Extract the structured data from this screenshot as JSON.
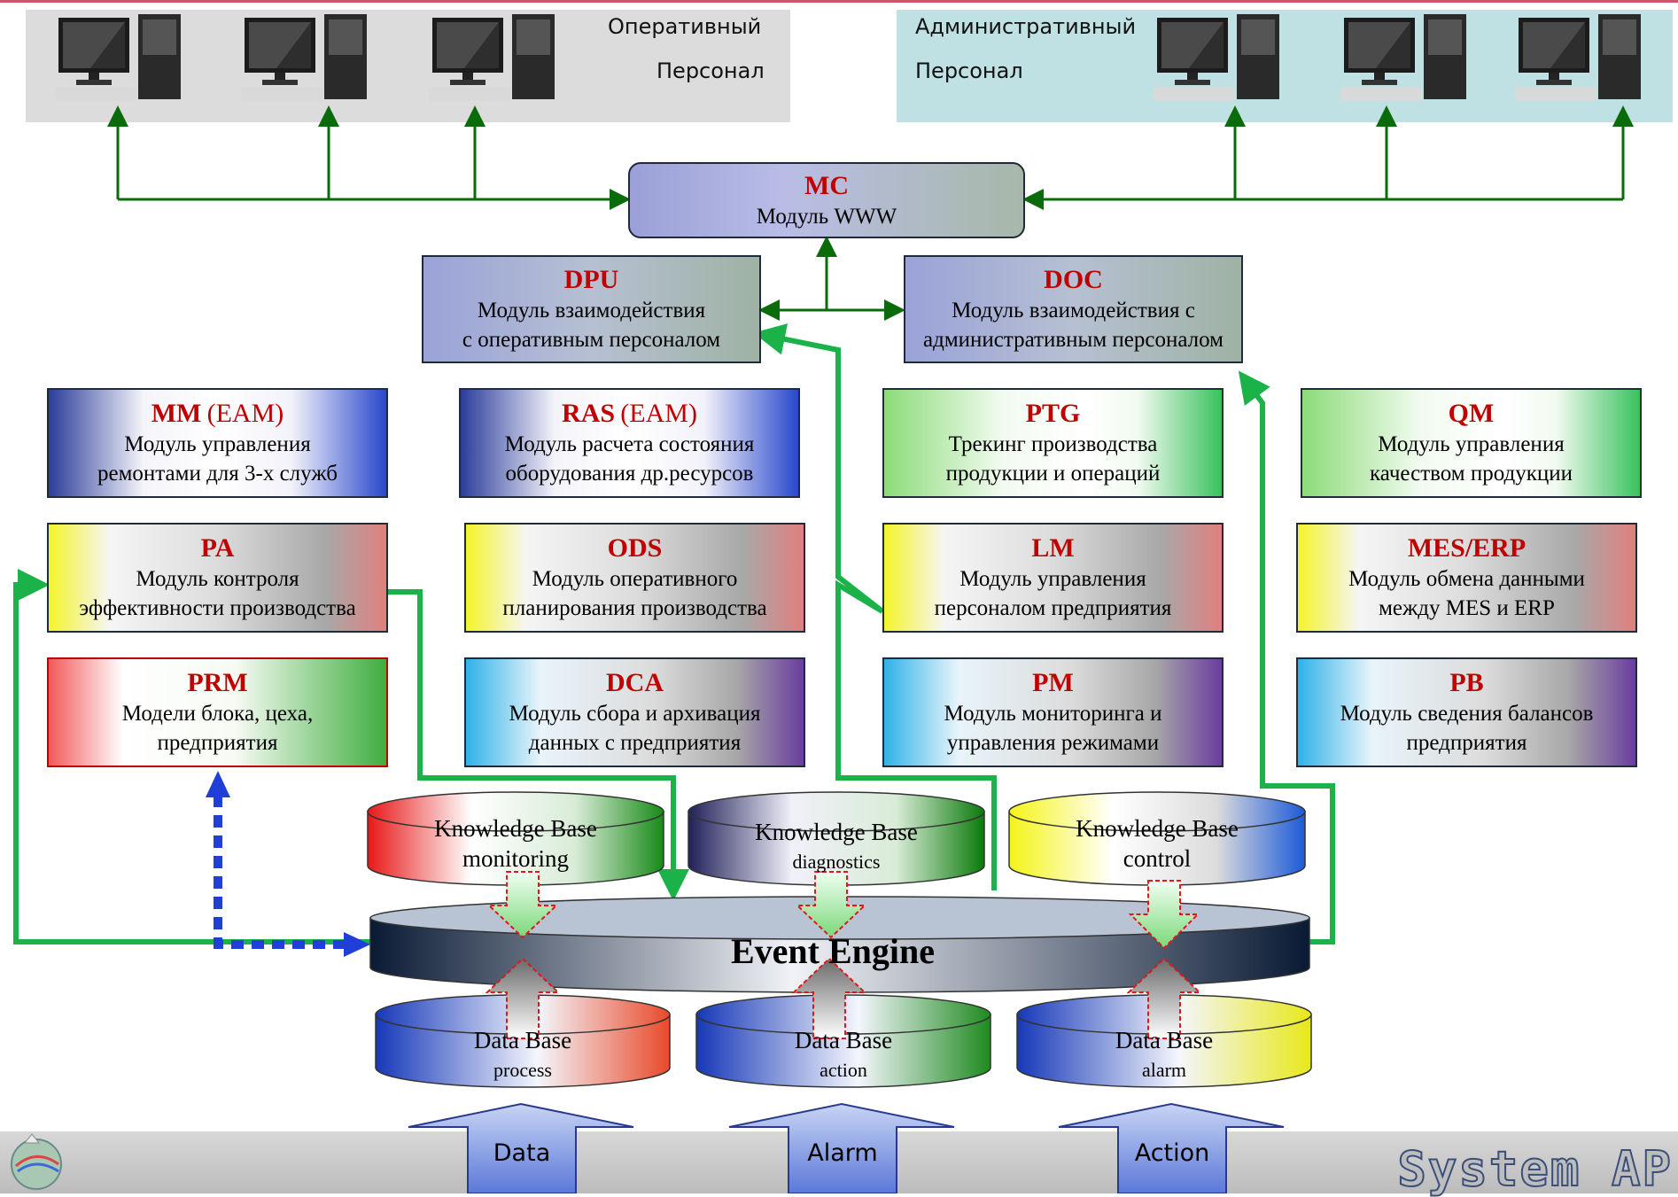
{
  "panels": {
    "operational": {
      "line1": "Оперативный",
      "line2": "Персонал"
    },
    "administrative": {
      "line1": "Административный",
      "line2": "Персонал"
    }
  },
  "mc": {
    "code": "MC",
    "line1": "Модуль WWW"
  },
  "dpu": {
    "code": "DPU",
    "line1": "Модуль взаимодействия",
    "line2": "с оперативным персоналом"
  },
  "doc": {
    "code": "DOC",
    "line1": "Модуль взаимодействия с",
    "line2": "административным персоналом"
  },
  "modules": {
    "mm": {
      "code": "MM",
      "tag": "(EAM)",
      "line1": "Модуль управления",
      "line2": "ремонтами для 3-х служб"
    },
    "ras": {
      "code": "RAS",
      "tag": "(EAM)",
      "line1": "Модуль расчета состояния",
      "line2": "оборудования др.ресурсов"
    },
    "ptg": {
      "code": "PTG",
      "line1": "Трекинг производства",
      "line2": "продукции и операций"
    },
    "qm": {
      "code": "QM",
      "line1": "Модуль управления",
      "line2": "качеством продукции"
    },
    "pa": {
      "code": "PA",
      "line1": "Модуль контроля",
      "line2": "эффективности производства"
    },
    "ods": {
      "code": "ODS",
      "line1": "Модуль оперативного",
      "line2": "планирования производства"
    },
    "lm": {
      "code": "LM",
      "line1": "Модуль управления",
      "line2": "персоналом предприятия"
    },
    "meserp": {
      "code": "MES/ERP",
      "line1": "Модуль обмена данными",
      "line2": "между MES и ERP"
    },
    "prm": {
      "code": "PRM",
      "line1": "Модели блока, цеха,",
      "line2": "предприятия"
    },
    "dca": {
      "code": "DCA",
      "line1": "Модуль сбора и архивация",
      "line2": "данных с предприятия"
    },
    "pm": {
      "code": "PM",
      "line1": "Модуль мониторинга и",
      "line2": "управления режимами"
    },
    "pb": {
      "code": "PB",
      "line1": "Модуль сведения балансов",
      "line2": "предприятия"
    }
  },
  "knowledge_bases": [
    {
      "title": "Knowledge Base",
      "sub": "monitoring"
    },
    {
      "title": "Knowledge Base",
      "sub": "diagnostics"
    },
    {
      "title": "Knowledge Base",
      "sub": "control"
    }
  ],
  "event_engine": {
    "label": "Event Engine"
  },
  "data_bases": [
    {
      "title": "Data Base",
      "sub": "process"
    },
    {
      "title": "Data Base",
      "sub": "action"
    },
    {
      "title": "Data Base",
      "sub": "alarm"
    }
  ],
  "inputs": [
    "Data",
    "Alarm",
    "Action"
  ],
  "brand": "System AP",
  "colors": {
    "code_red": "#c00000",
    "connector_green": "#0a6b0a",
    "flow_green": "#1bb24a",
    "dashed_blue": "#1f3fd8"
  }
}
